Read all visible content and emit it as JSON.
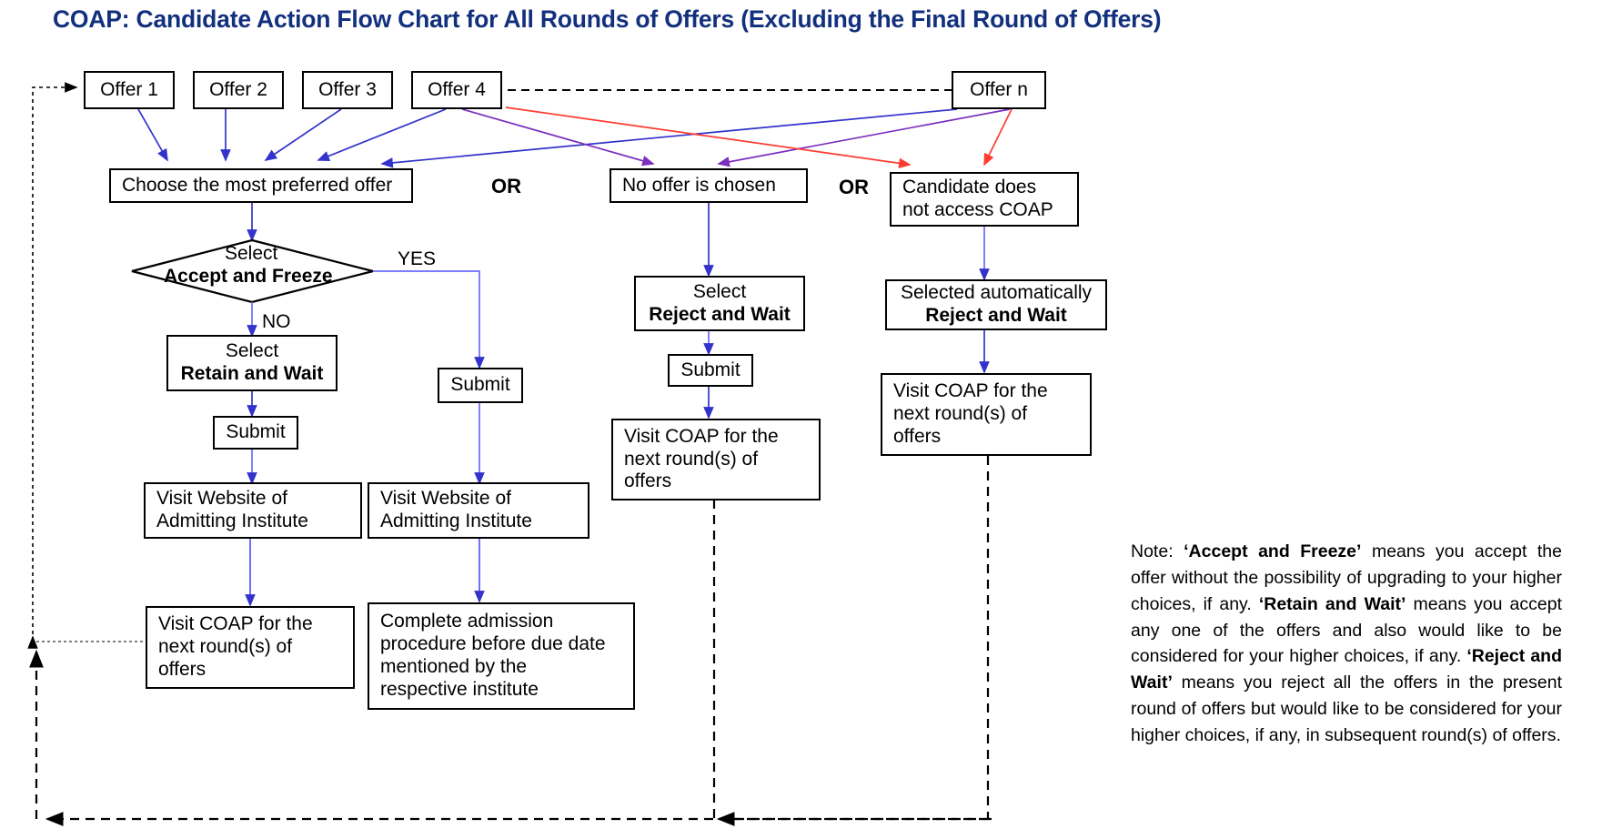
{
  "title": "COAP: Candidate Action Flow Chart for All Rounds of Offers (Excluding the Final Round of Offers)",
  "colors": {
    "title": "#12307e",
    "box_border": "#000000",
    "arrow_blue": "#3333cc",
    "arrow_red": "#ff3b30",
    "arrow_purple": "#7b2fbe",
    "feedback_dashed": "#000000"
  },
  "offers": [
    {
      "label": "Offer 1"
    },
    {
      "label": "Offer 2"
    },
    {
      "label": "Offer 3"
    },
    {
      "label": "Offer 4"
    },
    {
      "label": "Offer n"
    }
  ],
  "branch_labels": [
    {
      "text": "OR"
    },
    {
      "text": "OR"
    }
  ],
  "decision_labels": [
    {
      "text": "YES"
    },
    {
      "text": "NO"
    }
  ],
  "nodes": {
    "choose_offer": "Choose the most preferred offer",
    "no_offer": "No offer is chosen",
    "no_access_line1": "Candidate does",
    "no_access_line2": "not access COAP",
    "accept_freeze_line1": "Select",
    "accept_freeze_line2": "Accept and Freeze",
    "retain_wait_line1": "Select",
    "retain_wait_line2": "Retain and Wait",
    "submit_left": "Submit",
    "submit_yes": "Submit",
    "submit_middle": "Submit",
    "reject_wait_line1": "Select",
    "reject_wait_line2": "Reject and Wait",
    "auto_reject_line1": "Selected automatically",
    "auto_reject_line2": "Reject and Wait",
    "visit_website_left_line1": "Visit Website of",
    "visit_website_left_line2": "Admitting Institute",
    "visit_website_yes_line1": "Visit Website of",
    "visit_website_yes_line2": "Admitting Institute",
    "visit_coap_left_line1": "Visit COAP for the",
    "visit_coap_left_line2": "next round(s) of",
    "visit_coap_left_line3": "offers",
    "complete_admission_line1": "Complete admission",
    "complete_admission_line2": "procedure before due date",
    "complete_admission_line3": "mentioned by the",
    "complete_admission_line4": "respective institute",
    "visit_coap_middle_line1": "Visit COAP for the",
    "visit_coap_middle_line2": "next round(s) of",
    "visit_coap_middle_line3": "offers",
    "visit_coap_right_line1": "Visit COAP for the",
    "visit_coap_right_line2": "next round(s) of",
    "visit_coap_right_line3": "offers"
  },
  "note": {
    "prefix": "Note: ",
    "term1": "‘Accept and Freeze’",
    "text1": " means you accept the offer without the possibility of upgrading to your higher choices, if any. ",
    "term2": "‘Retain and Wait’",
    "text2": " means you accept any one of the offers and also would like to be considered for your higher choices, if any. ",
    "term3": "‘Reject and Wait’",
    "text3": " means you reject all the offers in the present round of offers but would like to be considered for your higher choices, if any, in subsequent round(s) of offers."
  }
}
